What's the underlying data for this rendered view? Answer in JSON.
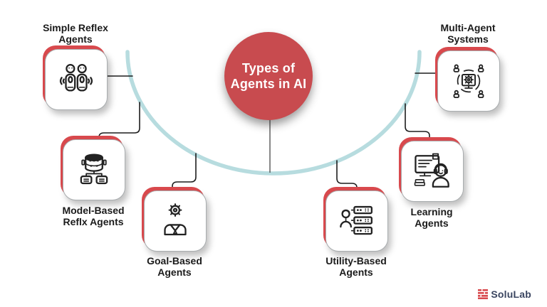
{
  "title": {
    "line1": "Types of",
    "line2": "Agents in AI"
  },
  "agents": [
    {
      "id": "simple-reflex",
      "line1": "Simple Reflex",
      "line2": "Agents",
      "icon": "two-robots-icon"
    },
    {
      "id": "model-based",
      "line1": "Model-Based",
      "line2": "Reflx Agents",
      "icon": "database-robot-icon"
    },
    {
      "id": "goal-based",
      "line1": "Goal-Based",
      "line2": "Agents",
      "icon": "gear-businessman-icon"
    },
    {
      "id": "utility-based",
      "line1": "Utility-Based",
      "line2": "Agents",
      "icon": "person-servers-icon"
    },
    {
      "id": "learning",
      "line1": "Learning",
      "line2": "Agents",
      "icon": "monitor-headset-person-icon"
    },
    {
      "id": "multi-agent",
      "line1": "Multi-Agent",
      "line2": "Systems",
      "icon": "networked-agents-icon"
    }
  ],
  "brand": {
    "name": "SoluLab"
  },
  "colors": {
    "center_red": "#C84B4F",
    "card_edge_red": "#D8494D",
    "arc_teal": "#B7DCDF",
    "connector_black": "#1D1D1D",
    "text_dark": "#1B1B1B",
    "brand_navy": "#3A4560",
    "background": "#FFFFFF"
  }
}
